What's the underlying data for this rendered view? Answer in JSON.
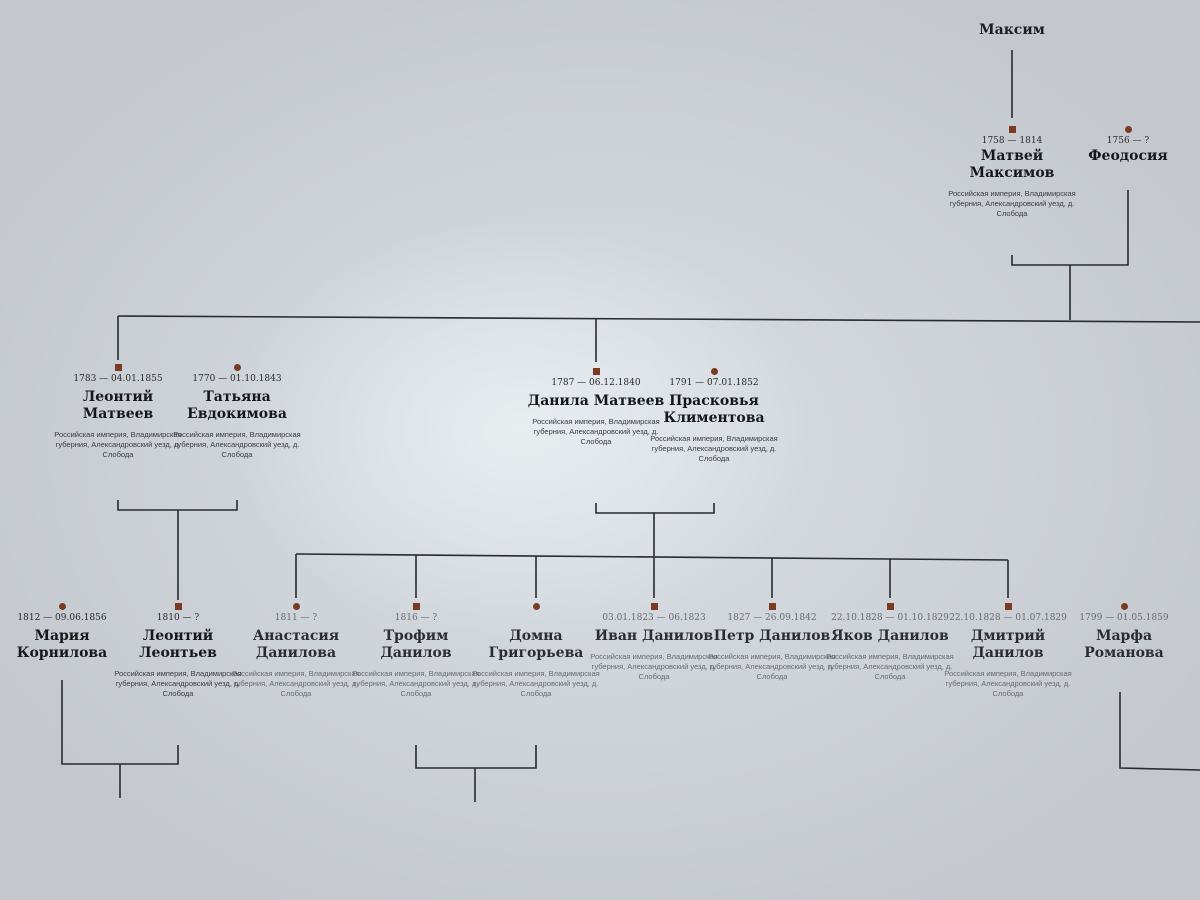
{
  "root": {
    "name": "Максим"
  },
  "people": [
    {
      "key": "matvey",
      "sex": "male",
      "dates": "1758 — 1814",
      "name": "Матвей Максимов",
      "note": "Российская империя, Владимирская губерния, Александровский уезд, д. Слобода"
    },
    {
      "key": "feodosia",
      "sex": "female",
      "dates": "1756 — ?",
      "name": "Феодосия",
      "note": ""
    },
    {
      "key": "leontiy",
      "sex": "male",
      "dates": "1783 — 04.01.1855",
      "name": "Леонтий Матвеев",
      "note": "Российская империя, Владимирская губерния, Александровский уезд, д. Слобода"
    },
    {
      "key": "tatiana",
      "sex": "female",
      "dates": "1770 — 01.10.1843",
      "name": "Татьяна Евдокимова",
      "note": "Российская империя, Владимирская губерния, Александровский уезд, д. Слобода"
    },
    {
      "key": "danila",
      "sex": "male",
      "dates": "1787 — 06.12.1840",
      "name": "Данила Матвеев",
      "note": "Российская империя, Владимирская губерния, Александровский уезд, д. Слобода"
    },
    {
      "key": "praskovia",
      "sex": "female",
      "dates": "1791 — 07.01.1852",
      "name": "Прасковья Климентова",
      "note": "Российская империя, Владимирская губерния, Александровский уезд, д. Слобода"
    },
    {
      "key": "maria",
      "sex": "female",
      "dates": "1812 — 09.06.1856",
      "name": "Мария Корнилова",
      "note": ""
    },
    {
      "key": "leontiy2",
      "sex": "male",
      "dates": "1810 — ?",
      "name": "Леонтий Леонтьев",
      "note": "Российская империя, Владимирская губерния, Александровский уезд, д. Слобода"
    },
    {
      "key": "anastasia",
      "sex": "female",
      "dates": "1811 — ?",
      "name": "Анастасия Данилова",
      "note": "Российская империя, Владимирская губерния, Александровский уезд, д. Слобода"
    },
    {
      "key": "trofim",
      "sex": "male",
      "dates": "1816 — ?",
      "name": "Трофим Данилов",
      "note": "Российская империя, Владимирская губерния, Александровский уезд, д. Слобода"
    },
    {
      "key": "domna",
      "sex": "female",
      "dates": "",
      "name": "Домна Григорьева",
      "note": "Российская империя, Владимирская губерния, Александровский уезд, д. Слобода"
    },
    {
      "key": "ivan",
      "sex": "male",
      "dates": "03.01.1823 — 06.1823",
      "name": "Иван Данилов",
      "note": "Российская империя, Владимирская губерния, Александровский уезд, д. Слобода"
    },
    {
      "key": "petr",
      "sex": "male",
      "dates": "1827 — 26.09.1842",
      "name": "Петр Данилов",
      "note": "Российская империя, Владимирская губерния, Александровский уезд, д. Слобода"
    },
    {
      "key": "yakov",
      "sex": "male",
      "dates": "22.10.1828 — 01.10.1829",
      "name": "Яков Данилов",
      "note": "Российская империя, Владимирская губерния, Александровский уезд, д. Слобода"
    },
    {
      "key": "dmitriy",
      "sex": "male",
      "dates": "22.10.1828 — 01.07.1829",
      "name": "Дмитрий Данилов",
      "note": "Российская империя, Владимирская губерния, Александровский уезд, д. Слобода"
    },
    {
      "key": "marfa",
      "sex": "female",
      "dates": "1799 — 01.05.1859",
      "name": "Марфа Романова",
      "note": ""
    }
  ],
  "colors": {
    "line": "#2a2a30",
    "marker": "#7a3b22"
  }
}
